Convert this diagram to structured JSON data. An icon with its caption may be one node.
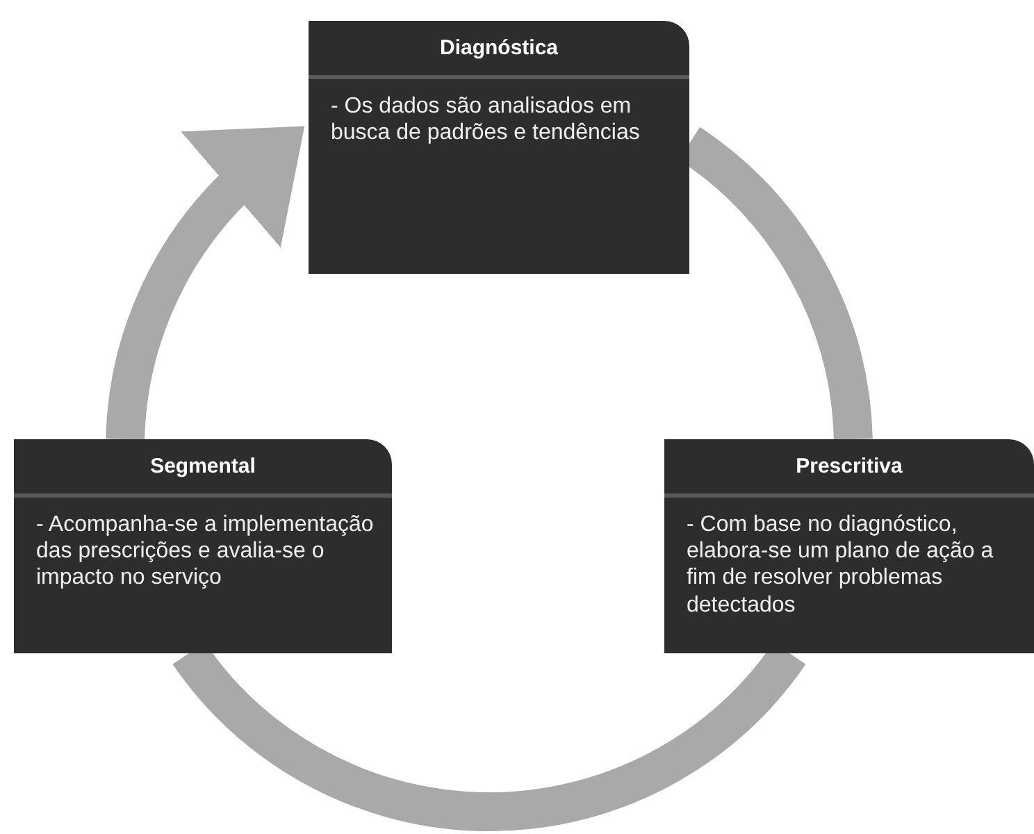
{
  "diagram": {
    "nodes": [
      {
        "text": [
          "Diagnóstica",
          "- Os dados são analisados em busca de padrões e tendências"
        ]
      },
      {
        "text": [
          "Segmental",
          "- Acompanha-se a implementação das prescrições e avalia-se o impacto no serviço"
        ]
      },
      {
        "text": [
          "Prescritiva",
          "- Com base no diagnóstico, elabora-se um plano de ação a fim de resolver problemas detectados"
        ]
      }
    ],
    "edges": [
      {
        "from": 1,
        "to": 0,
        "arrow": "to"
      },
      {
        "from": 0,
        "to": 2,
        "arrow": "none"
      },
      {
        "from": 2,
        "to": 1,
        "arrow": "none"
      }
    ]
  }
}
